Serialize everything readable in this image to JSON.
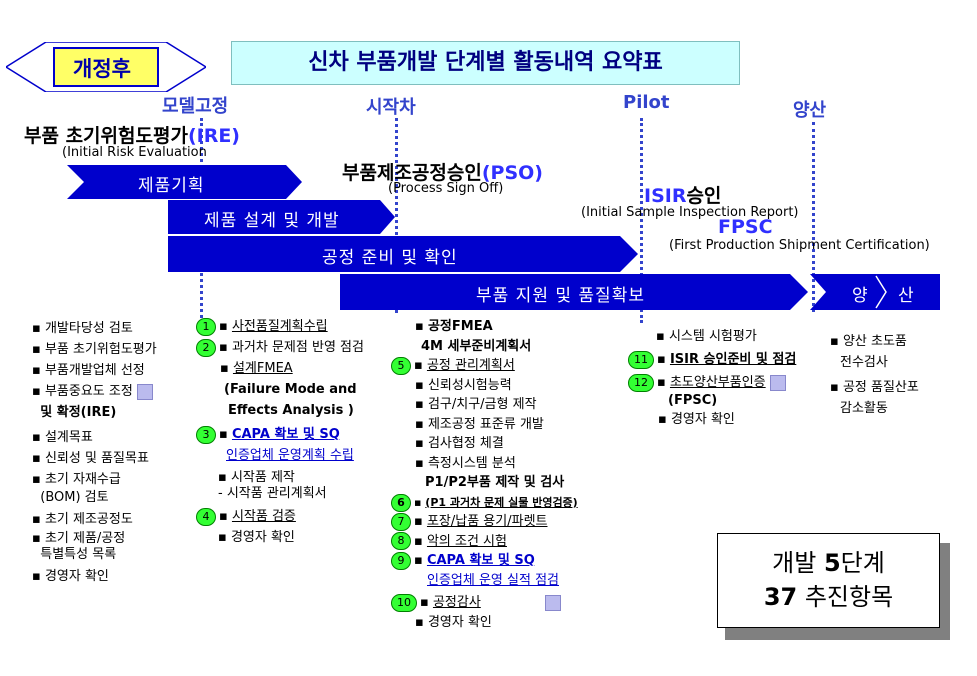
{
  "header": {
    "badge": "개정후",
    "title": "신차 부품개발 단계별 활동내역 요약표"
  },
  "stages": {
    "model": "모델고정",
    "proto": "시작차",
    "pilot": "Pilot",
    "mass": "양산"
  },
  "milestones": {
    "ire_label": "부품 초기위험도평가",
    "ire_code": "(IRE)",
    "ire_sub": "(Initial Risk Evaluation",
    "pso_label": "부품제조공정승인",
    "pso_code": "(PSO)",
    "pso_sub": "(Process Sign Off)",
    "isir_code": "ISIR",
    "isir_label": "승인",
    "isir_sub": "(Initial Sample Inspection Report)",
    "fpsc_code": "FPSC",
    "fpsc_sub": "(First Production Shipment Certification)"
  },
  "bars": {
    "plan": "제품기획",
    "design": "제품 설계 및 개발",
    "process": "공정 준비 및 확인",
    "support": "부품 지원 및 품질확보",
    "mass_a": "양",
    "mass_b": "산"
  },
  "col1": [
    "개발타당성 검토",
    "부품 초기위험도평가",
    "부품개발업체 선정",
    "부품중요도 조정",
    "및 확정(IRE)",
    "설계목표",
    "신뢰성 및 품질목표",
    "초기 자재수급",
    "(BOM) 검토",
    "초기 제조공정도",
    "초기 제품/공정",
    "특별특성 목록",
    "경영자 확인"
  ],
  "col2": {
    "n1": "1",
    "item1": "사전품질계획수립",
    "n2": "2",
    "item2": "과거차 문제점 반영 점검",
    "item3": "설계FMEA",
    "item3b": "(Failure Mode and",
    "item3c": "Effects Analysis )",
    "n3": "3",
    "item4": "CAPA 확보 및  SQ",
    "item4b": "인증업체 운영계획 수립",
    "item5": "시작품 제작",
    "item5b": "- 시작품 관리계획서",
    "n4": "4",
    "item6": "시작품 검증",
    "item7": "경영자 확인"
  },
  "col3": {
    "item1": "공정FMEA",
    "item2": "4M 세부준비계획서",
    "n5": "5",
    "item3": "공정 관리계획서",
    "item4": "신뢰성시험능력",
    "item5": "검구/치구/금형 제작",
    "item6": "제조공정 표준류 개발",
    "item7": "검사협정 체결",
    "item8": "측정시스템 분석",
    "item9": "P1/P2부품 제작 및 검사",
    "n6": "6",
    "item10": "(P1 과거차 문제 실물 반영검증)",
    "n7": "7",
    "item11": "포장/납품 용기/파렛트",
    "n8": "8",
    "item12": "악의 조건 시험",
    "n9": "9",
    "item13": "CAPA 확보 및  SQ",
    "item13b": "인증업체 운영 실적 점검",
    "n10": "10",
    "item14": "공정감사",
    "item15": "경영자 확인"
  },
  "col4": {
    "item1": "시스템 시험평가",
    "n11": "11",
    "item2": "ISIR 승인준비 및 점검",
    "n12": "12",
    "item3": "초도양산부품인증",
    "item3b": "(FPSC)",
    "item4": "경영자 확인"
  },
  "col5": {
    "item1": "양산 초도품",
    "item1b": "전수검사",
    "item2": "공정 품질산포",
    "item2b": "감소활동"
  },
  "summary": {
    "line1a": "개발 ",
    "line1b": "5",
    "line1c": "단계",
    "line2a": "37",
    "line2b": " 추진항목"
  },
  "colors": {
    "bar": "#0000cc",
    "stage_text": "#3344cc",
    "number_badge": "#33ff33",
    "badge_fill": "#ffff66",
    "title_fill": "#ccffff"
  }
}
